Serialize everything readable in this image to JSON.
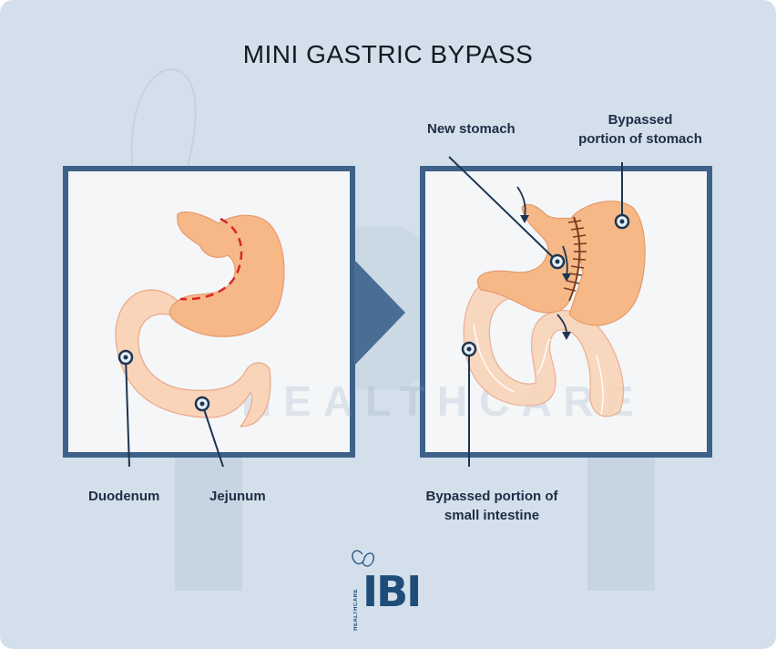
{
  "title": "MINI GASTRIC BYPASS",
  "labels": {
    "duodenum": "Duodenum",
    "jejunum": "Jejunum",
    "new_stomach": "New stomach",
    "bypassed_stomach_line1": "Bypassed",
    "bypassed_stomach_line2": "portion of stomach",
    "bypassed_intestine_line1": "Bypassed portion of",
    "bypassed_intestine_line2": "small intestine"
  },
  "logo": {
    "text": "IBI",
    "subtext": "HEALTHCARE"
  },
  "watermark": "HEALTHCARE",
  "colors": {
    "background": "#d3dfea",
    "panel_border": "#3d6189",
    "stomach": "#f6b887",
    "intestine": "#f9d4b9",
    "cut_line": "#d8262b",
    "staples": "#7a3b1d",
    "marker": "#1d3552"
  }
}
